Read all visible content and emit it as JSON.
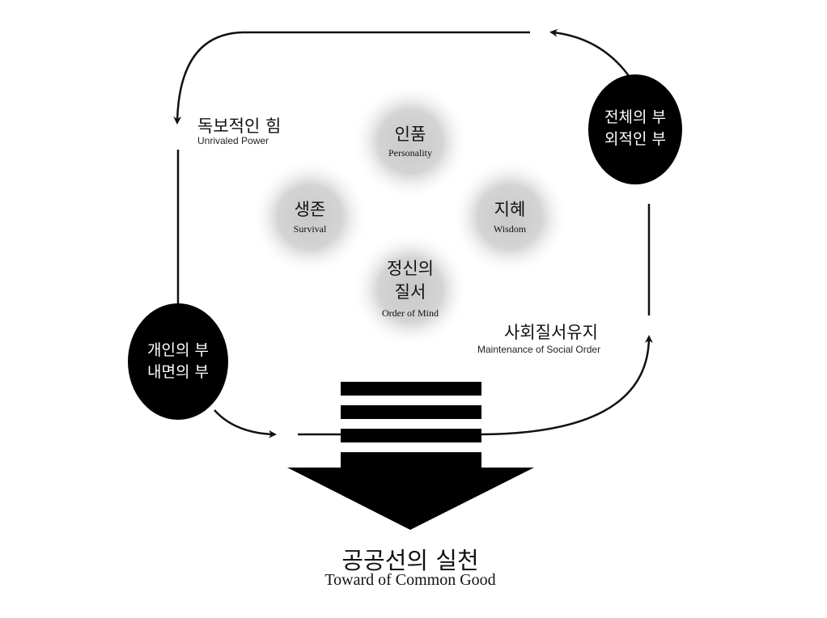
{
  "core": [
    {
      "ko": "인품",
      "en": "Personality"
    },
    {
      "ko": "생존",
      "en": "Survival"
    },
    {
      "ko": "지혜",
      "en": "Wisdom"
    },
    {
      "ko": "정신의 질서",
      "ko_line1": "정신의",
      "ko_line2": "질서",
      "en": "Order of Mind"
    }
  ],
  "unrivaled": {
    "ko": "독보적인 힘",
    "en": "Unrivaled Power"
  },
  "social_order": {
    "ko": "사회질서유지",
    "en": "Maintenance of Social Order"
  },
  "individual_wealth": {
    "line1": "개인의 부",
    "line2": "내면의 부"
  },
  "whole_wealth": {
    "line1": "전체의 부",
    "line2": "외적인 부"
  },
  "result": {
    "ko": "공공선의 실천",
    "en": "Toward of Common Good"
  }
}
